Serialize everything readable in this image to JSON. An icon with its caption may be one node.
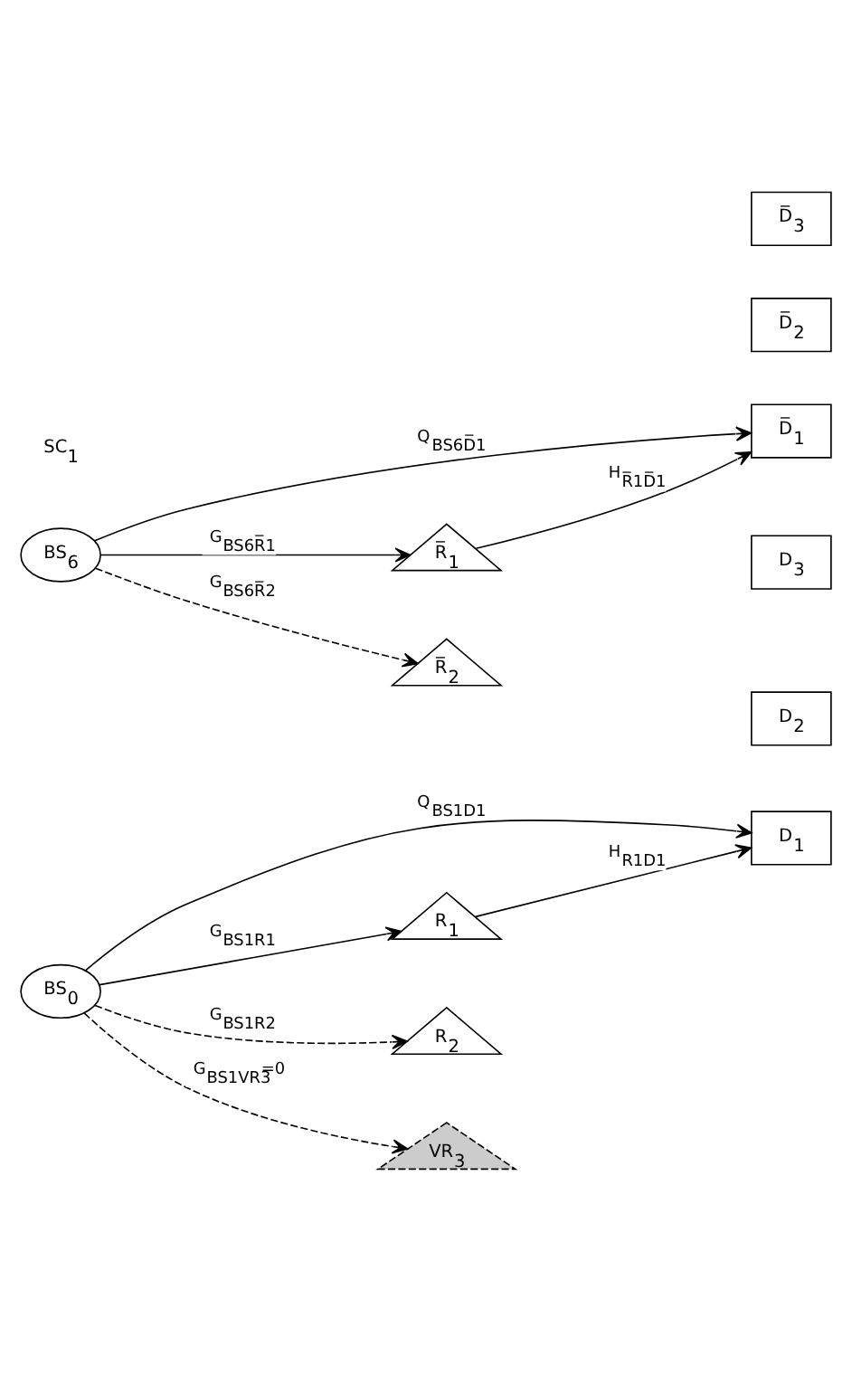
{
  "diagram": {
    "nodes": [
      {
        "text": [
          "BS$_{0}$"
        ]
      },
      {
        "text": [
          "R$_{1}$"
        ]
      },
      {
        "text": [
          "D$_{1}$"
        ]
      },
      {
        "text": [
          "R$_{2}$"
        ]
      },
      {
        "text": [
          "D$_{2}$"
        ]
      },
      {
        "text": [
          "VR$_{3}$"
        ]
      },
      {
        "text": [
          "D$_{3}$"
        ]
      },
      {
        "text": [
          "BS$_{6}$"
        ]
      },
      {
        "text": [
          "R̅$_{1}$"
        ]
      },
      {
        "text": [
          "D̅$_{1}$"
        ]
      },
      {
        "text": [
          "R̅$_{2}$"
        ]
      },
      {
        "text": [
          "D̅$_{2}$"
        ]
      },
      {
        "text": [
          "D̅$_{3}$"
        ]
      }
    ],
    "edges": [
      {
        "from": 0,
        "to": 1,
        "arrow": "to",
        "label": "G$_{BS1R1}$"
      },
      {
        "from": 1,
        "to": 2,
        "arrow": "to",
        "label": "H$_{R1D1}$"
      },
      {
        "from": 0,
        "to": 2,
        "arrow": "to",
        "label": "Q$_{BS1D1}$"
      },
      {
        "from": 0,
        "to": 3,
        "arrow": "to",
        "style": "dashed",
        "label": "G$_{BS1R2}$"
      },
      {
        "from": 0,
        "to": 5,
        "arrow": "to",
        "style": "dashed",
        "label": "G$_{BS1VR3}$=0"
      },
      {
        "from": 7,
        "to": 8,
        "arrow": "to",
        "label": "G$_{BS6R̅1}$"
      },
      {
        "from": 8,
        "to": 9,
        "arrow": "to",
        "label": "H$_{R̅1D̅1}$"
      },
      {
        "from": 7,
        "to": 9,
        "arrow": "to",
        "label": "Q$_{BS6D̅1}$"
      },
      {
        "from": 7,
        "to": 10,
        "arrow": "to",
        "style": "dashed",
        "label": "G$_{BS6R̅2}$"
      }
    ],
    "labels": [
      "SC$_{1}$"
    ]
  }
}
